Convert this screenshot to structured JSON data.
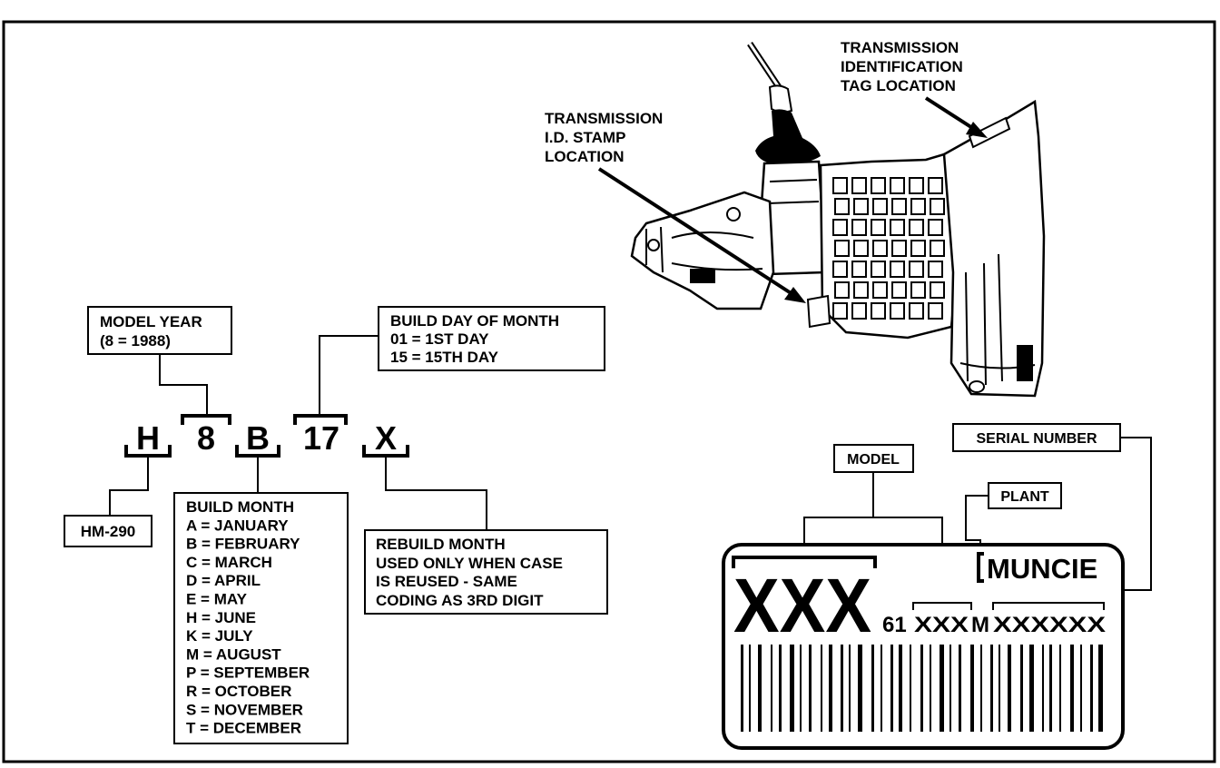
{
  "colors": {
    "ink": "#000000",
    "paper": "#ffffff"
  },
  "code": {
    "digits": [
      "H",
      "8",
      "B",
      "17",
      "X"
    ]
  },
  "callouts": {
    "model_year": [
      "MODEL YEAR",
      "(8 = 1988)"
    ],
    "build_day": [
      "BUILD DAY OF MONTH",
      "01 = 1ST DAY",
      "15 = 15TH DAY"
    ],
    "model_code": "HM-290",
    "build_month": [
      "BUILD MONTH",
      "A = JANUARY",
      "B = FEBRUARY",
      "C = MARCH",
      "D = APRIL",
      "E = MAY",
      "H = JUNE",
      "K = JULY",
      "M = AUGUST",
      "P = SEPTEMBER",
      "R = OCTOBER",
      "S = NOVEMBER",
      "T = DECEMBER"
    ],
    "rebuild_month": [
      "REBUILD MONTH",
      "USED ONLY WHEN CASE",
      "IS REUSED - SAME",
      "CODING AS 3RD DIGIT"
    ]
  },
  "transmission": {
    "stamp_label": [
      "TRANSMISSION",
      "I.D. STAMP",
      "LOCATION"
    ],
    "tag_label": [
      "TRANSMISSION",
      "IDENTIFICATION",
      "TAG LOCATION"
    ]
  },
  "tag": {
    "model_label": "MODEL",
    "plant_label": "PLANT",
    "serial_label": "SERIAL NUMBER",
    "plant_name": "MUNCIE",
    "model_value": "XXX",
    "code_prefix": "61",
    "code_middle": "XXX",
    "code_letter": "M",
    "serial_value": "XXXXXX"
  }
}
